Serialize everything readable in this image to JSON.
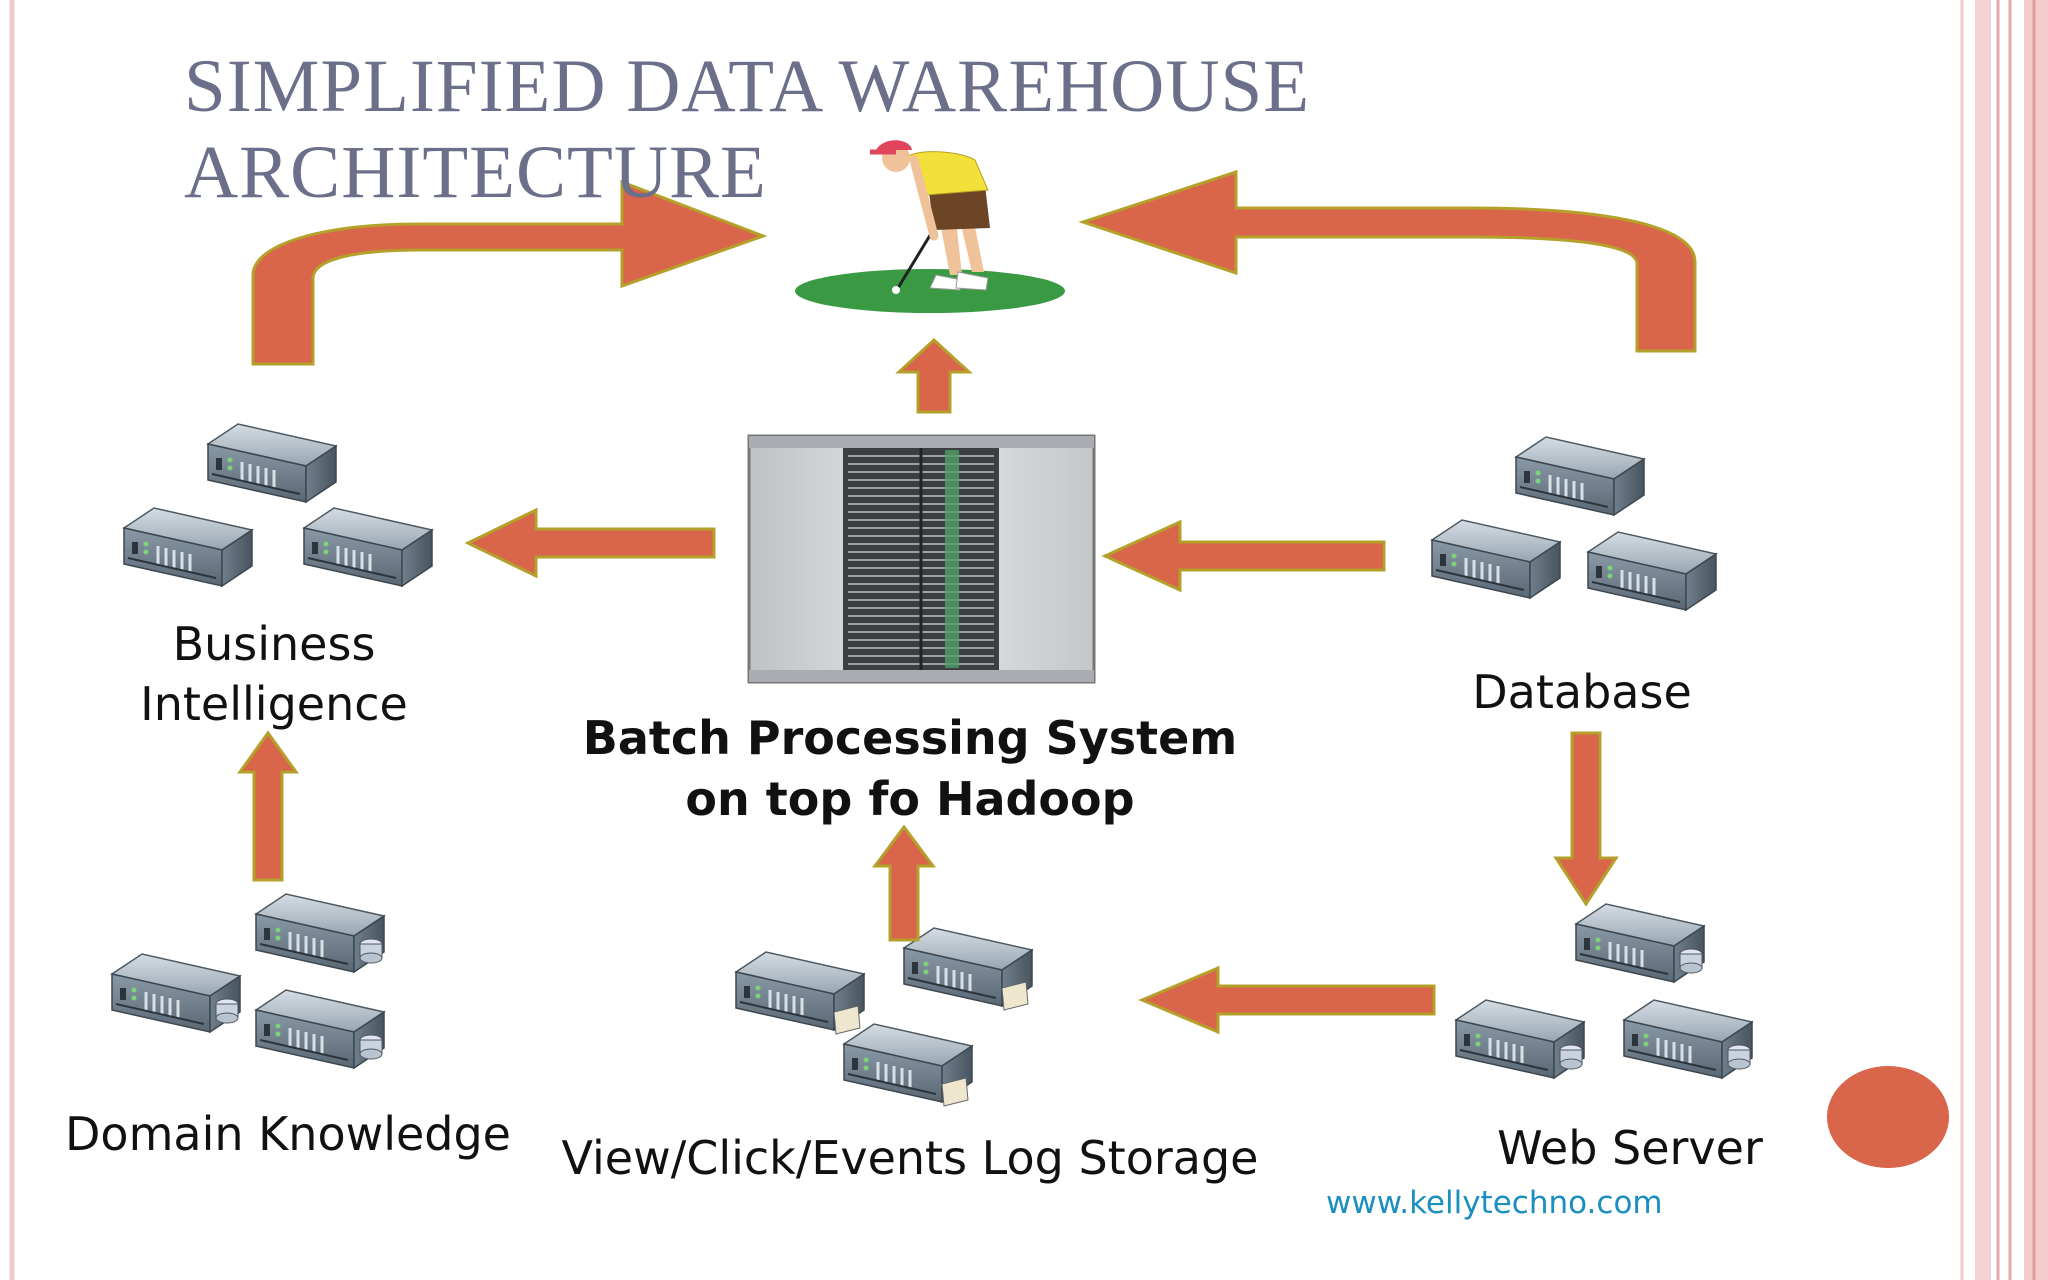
{
  "title": {
    "line1": "SIMPLIFIED DATA WAREHOUSE",
    "line2": "ARCHITECTURE"
  },
  "nodes": {
    "business_intelligence": {
      "line1": "Business",
      "line2": "Intelligence"
    },
    "batch_processing": {
      "line1": "Batch Processing System",
      "line2": "on top fo Hadoop"
    },
    "database": {
      "label": "Database"
    },
    "domain_knowledge": {
      "label": "Domain Knowledge"
    },
    "log_storage": {
      "label": "View/Click/Events Log Storage"
    },
    "web_server": {
      "label": "Web Server"
    }
  },
  "footer": {
    "url": "www.kellytechno.com"
  },
  "colors": {
    "arrow": "#d9654a",
    "arrow_outline": "#b4a02a",
    "title": "#6b6f8a",
    "border": "#e8b4b4",
    "accent_circle": "#d9654a",
    "green": "#3a9a44",
    "url": "#1a8fc0"
  },
  "icons": {
    "goal": "golfer-on-green-icon",
    "server": "server-rack-icon",
    "cluster": "hadoop-cluster-icon"
  }
}
